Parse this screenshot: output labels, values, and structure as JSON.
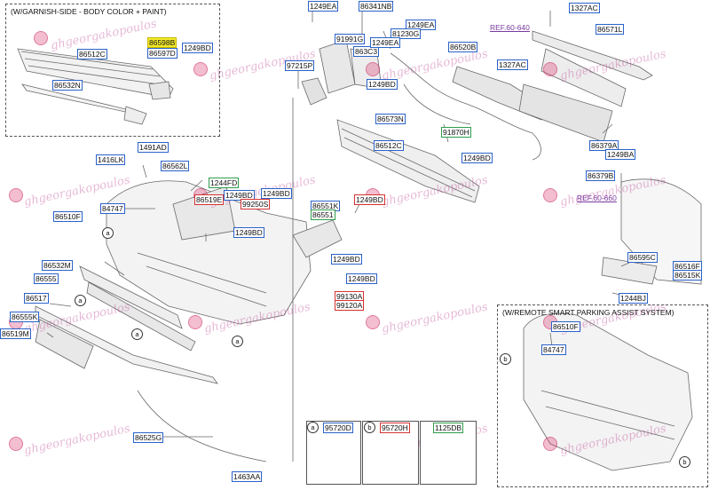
{
  "insets": {
    "garnish": {
      "title": "(W/GARNISH-SIDE - BODY COLOR + PAINT)"
    },
    "remote": {
      "title": "(W/REMOTE SMART PARKING ASSIST SYSTEM)"
    }
  },
  "legend": {
    "a": {
      "tag": "a",
      "code": "95720D"
    },
    "b": {
      "tag": "b",
      "code": "95720H"
    },
    "c": {
      "code": "1125DB"
    }
  },
  "refs": {
    "r1": "REF.60-640",
    "r2": "REF.60-660"
  },
  "watermark": "ghgeorgakopoulos",
  "callouts": {
    "a": "a",
    "b": "b"
  },
  "parts": {
    "p86598B": "86598B",
    "p86512C_inset": "86512C",
    "p86597D": "86597D",
    "p1249BD_inset": "1249BD",
    "p86532N": "86532N",
    "p1249EA_1": "1249EA",
    "p86341NB": "86341NB",
    "p91991G": "91991G",
    "p1249EA_2": "1249EA",
    "p81230G": "81230G",
    "p863C3": "863C3",
    "p1249EA_3": "1249EA",
    "p97215P": "97215P",
    "p1249BD_1": "1249BD",
    "p86520B": "86520B",
    "p86573N": "86573N",
    "p86512C": "86512C",
    "p91870H": "91870H",
    "p1249BD_2": "1249BD",
    "p1327AC_1": "1327AC",
    "p86571L": "86571L",
    "p1327AC_2": "1327AC",
    "p86379A": "86379A",
    "p1249BA": "1249BA",
    "p86379B": "86379B",
    "p1491AD": "1491AD",
    "p1416LK": "1416LK",
    "p86562L": "86562L",
    "p1244FD": "1244FD",
    "p86519E": "86519E",
    "p1249BD_3": "1249BD",
    "p1249BD_4": "1249BD",
    "p99250S": "99250S",
    "p84747": "84747",
    "p86510F": "86510F",
    "p1249BD_5": "1249BD",
    "p86551K": "86551K",
    "p86551": "86551",
    "p1249BD_6": "1249BD",
    "p1249BD_7": "1249BD",
    "p1249BD_8": "1249BD",
    "p99130A": "99130A",
    "p99120A": "99120A",
    "p86532M": "86532M",
    "p86555": "86555",
    "p86517": "86517",
    "p86555K": "86555K",
    "p86519M": "86519M",
    "p86525G": "86525G",
    "p1463AA": "1463AA",
    "p86595C": "86595C",
    "p86516F": "86516F",
    "p86515K": "86515K",
    "p1244BJ": "1244BJ",
    "p86510F_r": "86510F",
    "p84747_r": "84747"
  }
}
